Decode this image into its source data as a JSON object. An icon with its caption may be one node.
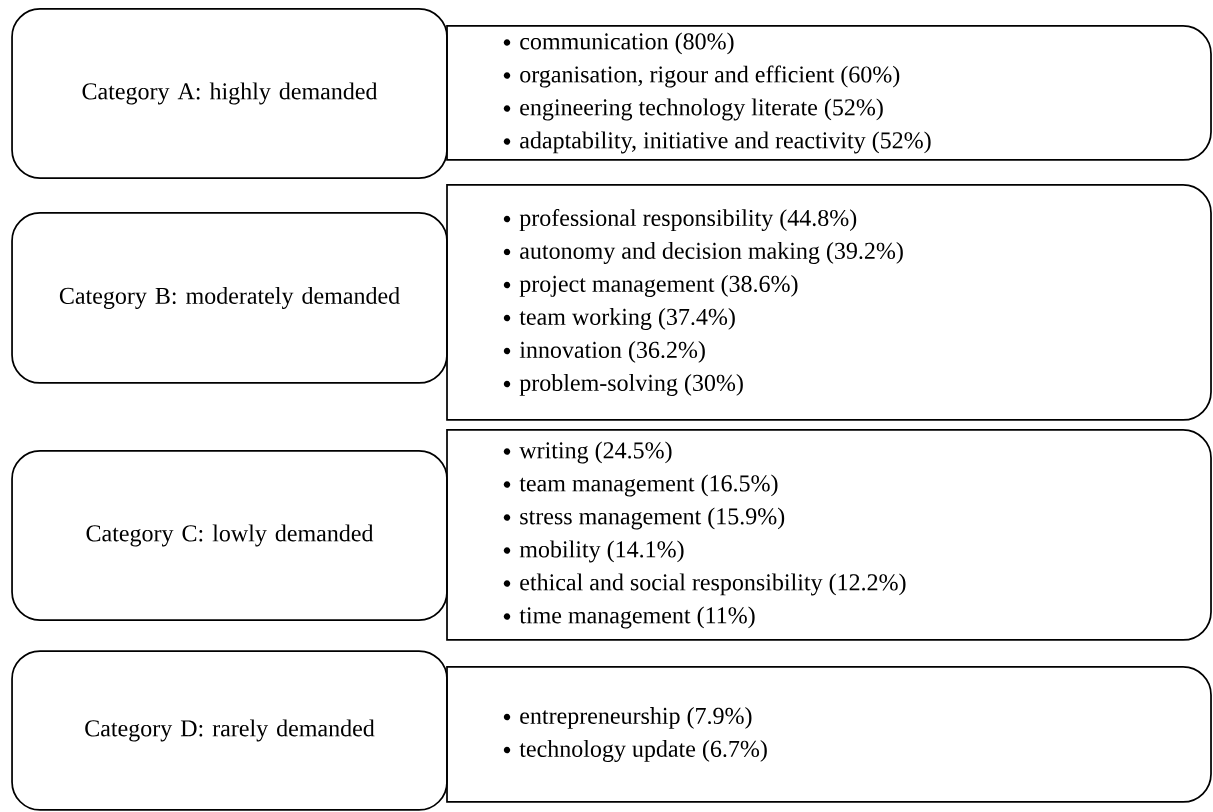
{
  "diagram": {
    "nodes": [
      {
        "text": [
          "Category A: highly demanded"
        ]
      },
      {
        "text": [
          "communication (80%)",
          "organisation, rigour and efficient (60%)",
          "engineering technology literate (52%)",
          "adaptability, initiative and reactivity (52%)"
        ]
      },
      {
        "text": [
          "Category B: moderately demanded"
        ]
      },
      {
        "text": [
          "professional responsibility  (44.8%)",
          "autonomy and decision making (39.2%)",
          "project management (38.6%)",
          "team working (37.4%)",
          "innovation (36.2%)",
          "problem-solving (30%)"
        ]
      },
      {
        "text": [
          "Category C: lowly demanded"
        ]
      },
      {
        "text": [
          "writing (24.5%)",
          "team management (16.5%)",
          "stress management  (15.9%)",
          "mobility  (14.1%)",
          "ethical and social responsibility (12.2%)",
          "time management (11%)"
        ]
      },
      {
        "text": [
          "Category D: rarely demanded"
        ]
      },
      {
        "text": [
          "entrepreneurship (7.9%)",
          "technology update (6.7%)"
        ]
      }
    ]
  }
}
